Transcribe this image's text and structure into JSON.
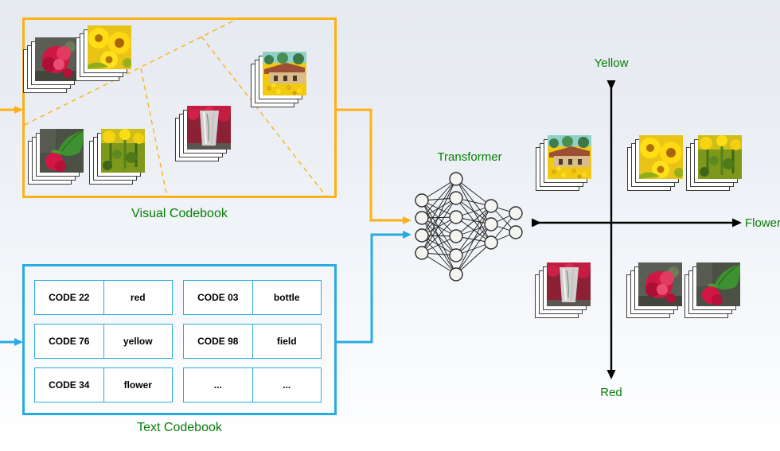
{
  "figure": {
    "type": "vector-quantized multimodal model diagram"
  },
  "visual_codebook": {
    "label": "Visual Codebook",
    "images": [
      "red-rose",
      "sunflowers",
      "rose-bud-with-leaf",
      "sunflower-plants",
      "flower-vase",
      "house-in-sunflower-field"
    ]
  },
  "text_codebook": {
    "label": "Text Codebook",
    "entries": [
      {
        "code": "CODE 22",
        "word": "red"
      },
      {
        "code": "CODE 76",
        "word": "yellow"
      },
      {
        "code": "CODE 34",
        "word": "flower"
      },
      {
        "code": "CODE 03",
        "word": "bottle"
      },
      {
        "code": "CODE 98",
        "word": "field"
      },
      {
        "code": "...",
        "word": "..."
      }
    ]
  },
  "transformer": {
    "label": "Transformer",
    "layer_node_counts": [
      4,
      6,
      3,
      2
    ]
  },
  "embedding_plane": {
    "axis_top_label": "Yellow",
    "axis_right_label": "Flower",
    "axis_bottom_label": "Red",
    "quadrant_top_left": [
      "house-in-sunflower-field"
    ],
    "quadrant_top_right": [
      "sunflowers",
      "sunflower-plants"
    ],
    "quadrant_bottom_left": [
      "flower-vase"
    ],
    "quadrant_bottom_right": [
      "red-rose",
      "rose-bud-with-leaf"
    ]
  },
  "colors": {
    "visual_codebook_accent": "#FBB117",
    "text_codebook_accent": "#29ABE2",
    "label_green": "#067F06",
    "axis_black": "#000000"
  }
}
